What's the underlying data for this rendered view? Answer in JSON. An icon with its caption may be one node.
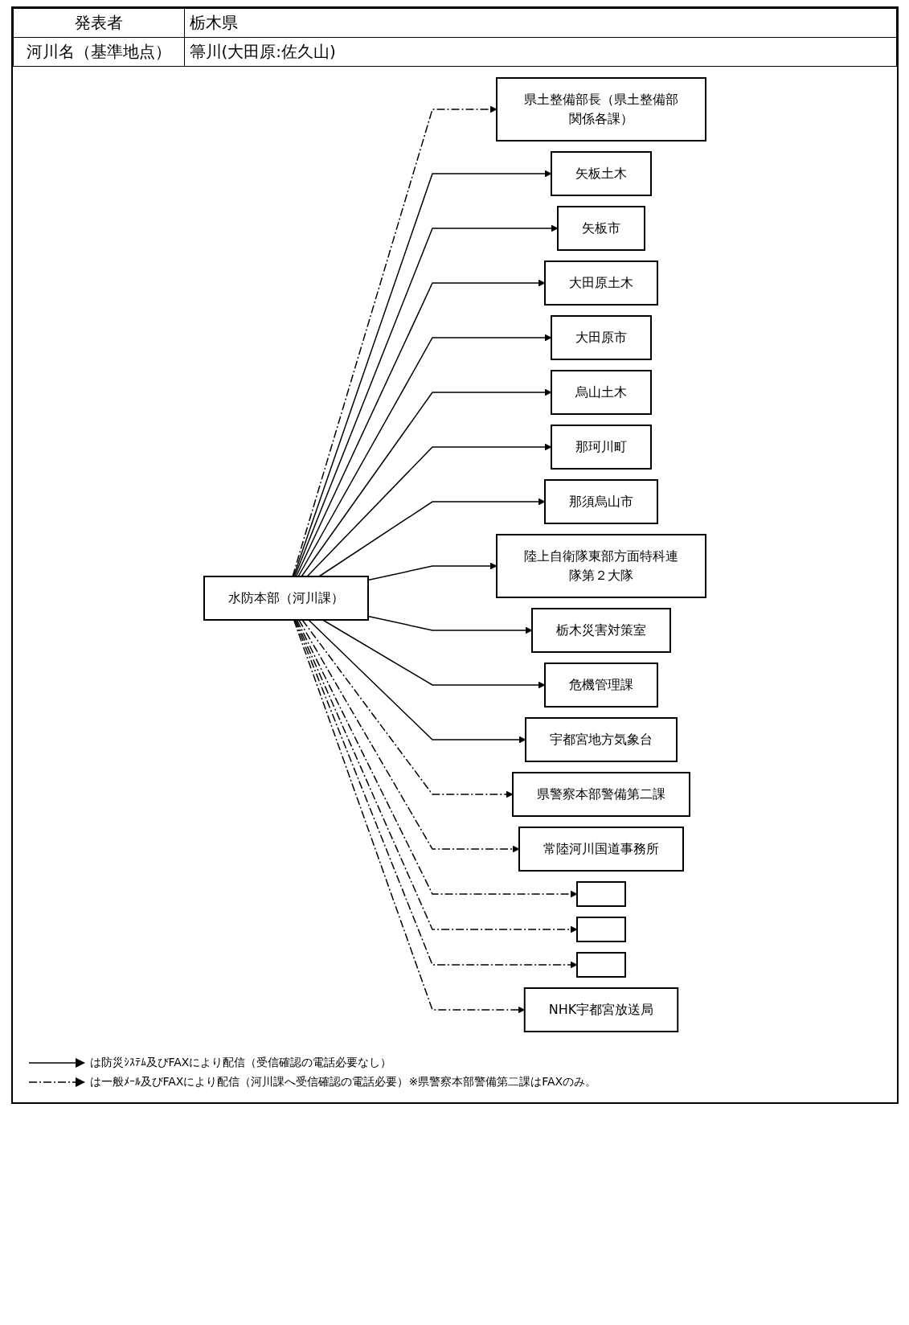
{
  "diagram": {
    "nodes": [
      {
        "text": [
          "水防本部（河川課）"
        ]
      },
      {
        "text": [
          "県土整備部長（県土整備部関係各課）"
        ]
      },
      {
        "text": [
          "矢板土木"
        ]
      },
      {
        "text": [
          "矢板市"
        ]
      },
      {
        "text": [
          "大田原土木"
        ]
      },
      {
        "text": [
          "大田原市"
        ]
      },
      {
        "text": [
          "烏山土木"
        ]
      },
      {
        "text": [
          "那珂川町"
        ]
      },
      {
        "text": [
          "那須烏山市"
        ]
      },
      {
        "text": [
          "陸上自衛隊東部方面特科連隊第２大隊"
        ]
      },
      {
        "text": [
          "栃木災害対策室"
        ]
      },
      {
        "text": [
          "危機管理課"
        ]
      },
      {
        "text": [
          "宇都宮地方気象台"
        ]
      },
      {
        "text": [
          "県警察本部警備第二課"
        ]
      },
      {
        "text": [
          "常陸河川国道事務所"
        ]
      },
      {
        "text": [],
        "shape": "box"
      },
      {
        "text": [],
        "shape": "box"
      },
      {
        "text": [],
        "shape": "box"
      },
      {
        "text": [
          "NHK宇都宮放送局"
        ]
      }
    ],
    "edges": [
      {
        "from": 0,
        "to": 1,
        "arrow": "to",
        "style": "dashed"
      },
      {
        "from": 0,
        "to": 2,
        "arrow": "to"
      },
      {
        "from": 0,
        "to": 3,
        "arrow": "to"
      },
      {
        "from": 0,
        "to": 4,
        "arrow": "to"
      },
      {
        "from": 0,
        "to": 5,
        "arrow": "to"
      },
      {
        "from": 0,
        "to": 6,
        "arrow": "to"
      },
      {
        "from": 0,
        "to": 7,
        "arrow": "to"
      },
      {
        "from": 0,
        "to": 8,
        "arrow": "to"
      },
      {
        "from": 0,
        "to": 9,
        "arrow": "to"
      },
      {
        "from": 0,
        "to": 10,
        "arrow": "to"
      },
      {
        "from": 0,
        "to": 11,
        "arrow": "to"
      },
      {
        "from": 0,
        "to": 12,
        "arrow": "to"
      },
      {
        "from": 0,
        "to": 13,
        "arrow": "to",
        "style": "dashed"
      },
      {
        "from": 0,
        "to": 14,
        "arrow": "to",
        "style": "dashed"
      },
      {
        "from": 0,
        "to": 15,
        "arrow": "to",
        "style": "dashed"
      },
      {
        "from": 0,
        "to": 16,
        "arrow": "to",
        "style": "dashed"
      },
      {
        "from": 0,
        "to": 17,
        "arrow": "to",
        "style": "dashed"
      },
      {
        "from": 0,
        "to": 18,
        "arrow": "to",
        "style": "dashed"
      }
    ],
    "labels": [
      "発表者",
      "栃木県",
      "河川名（基準地点）",
      "箒川(大田原:佐久山)"
    ],
    "legend": [
      {
        "text": "は防災ｼｽﾃﾑ及びFAXにより配信（受信確認の電話必要なし）"
      },
      {
        "text": "は一般ﾒｰﾙ及びFAXにより配信（河川課へ受信確認の電話必要）※県警察本部警備第二課はFAXのみ。"
      }
    ]
  }
}
